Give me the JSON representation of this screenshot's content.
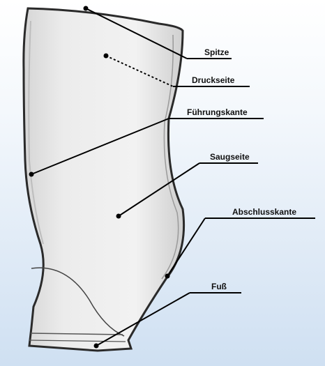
{
  "labels": {
    "tip": "Spitze",
    "pressure_side": "Druckseite",
    "leading_edge": "Führungskante",
    "suction_side": "Saugseite",
    "trailing_edge": "Abschlusskante",
    "root": "Fuß"
  },
  "colors": {
    "blade_fill": "#e9e9e9",
    "blade_outline": "#2a2a2a",
    "leader_line": "#000000",
    "background_top": "#ffffff",
    "background_bottom": "#cfe0f2"
  }
}
